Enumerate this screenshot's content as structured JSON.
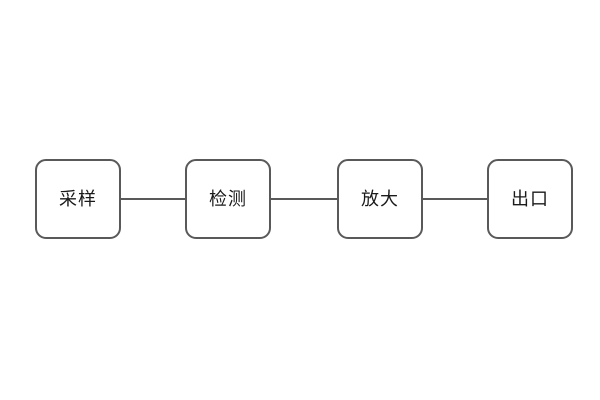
{
  "diagram": {
    "type": "flowchart",
    "direction": "horizontal-left-to-right",
    "nodes": [
      {
        "id": "sampling",
        "label": "采样"
      },
      {
        "id": "detection",
        "label": "检测"
      },
      {
        "id": "amplification",
        "label": "放大"
      },
      {
        "id": "outlet",
        "label": "出口"
      }
    ],
    "connections": [
      {
        "from": "sampling",
        "to": "detection",
        "style": "plain-line"
      },
      {
        "from": "detection",
        "to": "amplification",
        "style": "plain-line"
      },
      {
        "from": "amplification",
        "to": "outlet",
        "style": "plain-line"
      }
    ],
    "colors": {
      "background": "#ffffff",
      "node_fill": "#ffffff",
      "node_border": "#595959",
      "connector": "#595959",
      "text": "#1a1a1a"
    }
  }
}
